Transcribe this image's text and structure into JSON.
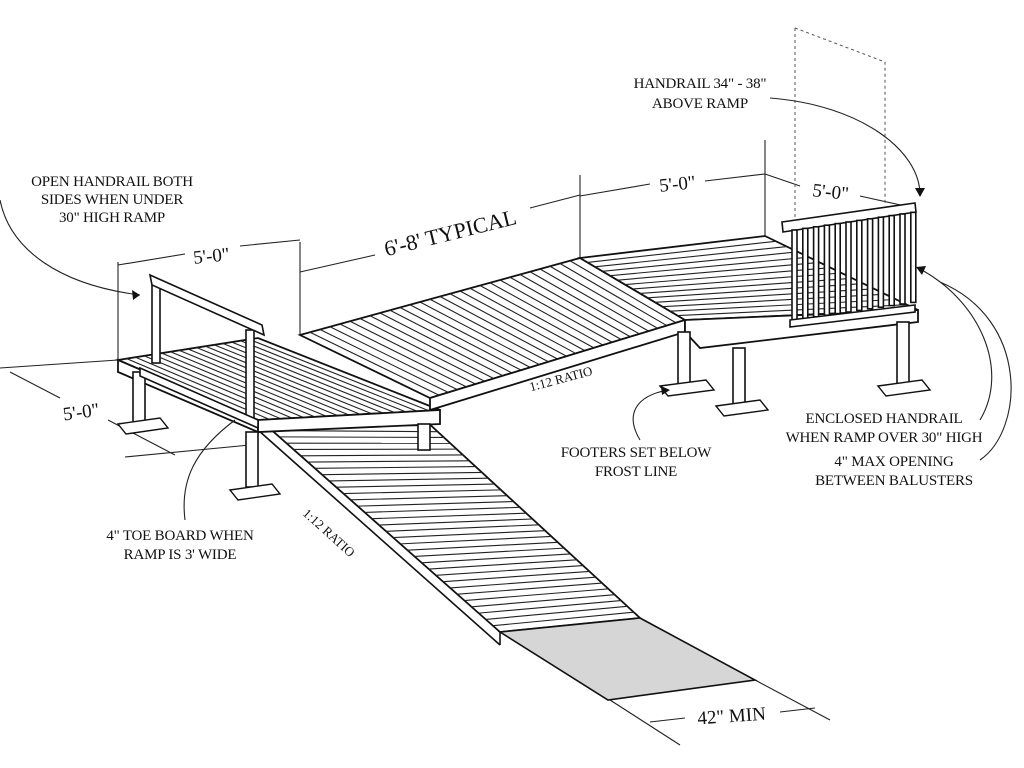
{
  "colors": {
    "ink": "#111111",
    "paper": "#ffffff",
    "landing_fill": "#d6d6d6"
  },
  "labels": {
    "handrail_height": [
      "HANDRAIL 34\" - 38\"",
      "ABOVE RAMP"
    ],
    "open_handrail": [
      "OPEN HANDRAIL BOTH",
      "SIDES WHEN UNDER",
      "30\" HIGH RAMP"
    ],
    "enclosed_handrail": [
      "ENCLOSED HANDRAIL",
      "WHEN RAMP OVER 30\" HIGH"
    ],
    "baluster_opening": [
      "4\" MAX OPENING",
      "BETWEEN BALUSTERS"
    ],
    "footers": [
      "FOOTERS SET BELOW",
      "FROST LINE"
    ],
    "toe_board": [
      "4\" TOE BOARD WHEN",
      "RAMP IS 3' WIDE"
    ]
  },
  "dimensions": {
    "left_landing_width": "5'-0\"",
    "left_landing_depth": "5'-0\"",
    "middle_run": "6'-8' TYPICAL",
    "right_run": "5'-0\"",
    "right_landing": "5'-0\"",
    "ramp_width": "42\" MIN"
  },
  "ratios": {
    "middle_ramp": "1:12 RATIO",
    "lower_ramp": "1:12 RATIO"
  }
}
